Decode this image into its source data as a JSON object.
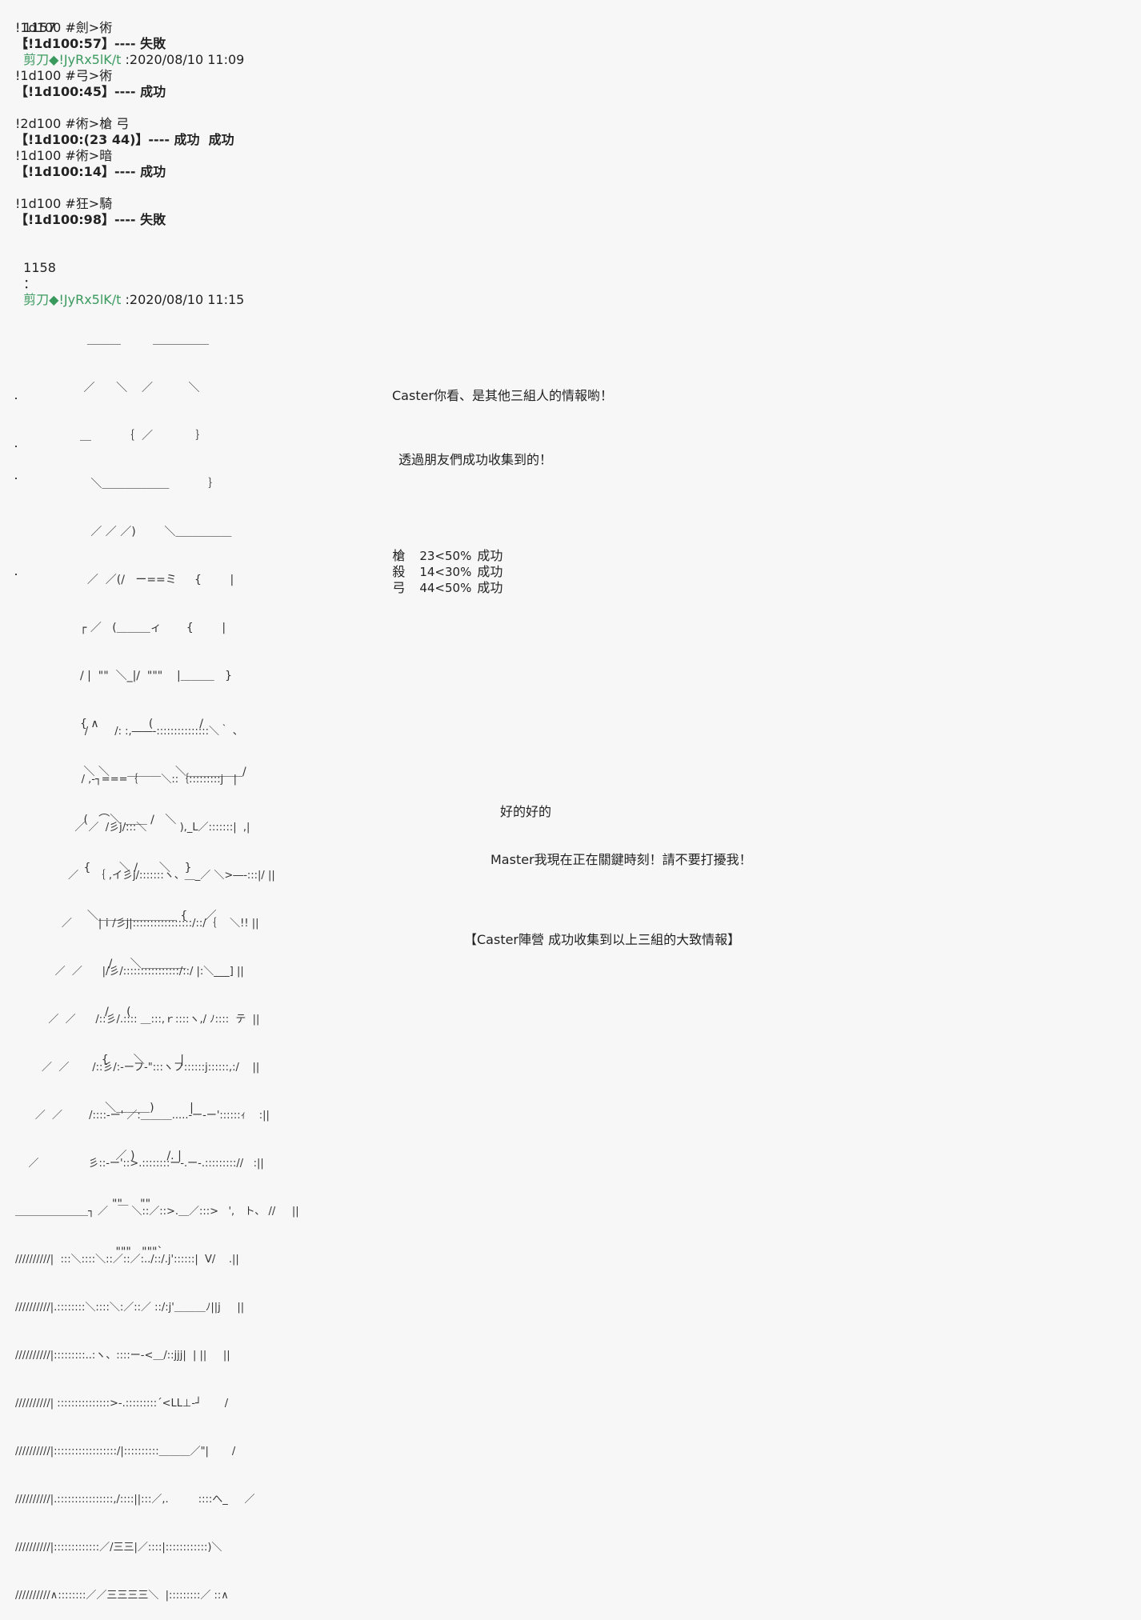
{
  "post1": {
    "number": "1157",
    "sep": "：",
    "name": "剪刀◆!JyRx5lK/t",
    "date": " :2020/08/10 11:09",
    "lines": [
      {
        "text": "!1d100 #劍>術",
        "bold": false
      },
      {
        "text": "【!1d100:57】---- 失敗",
        "bold": true
      },
      {
        "text": "",
        "bold": false
      },
      {
        "text": "!1d100 #弓>術",
        "bold": false
      },
      {
        "text": "【!1d100:45】---- 成功",
        "bold": true
      },
      {
        "text": "",
        "bold": false
      },
      {
        "text": "!2d100 #術>槍 弓",
        "bold": false
      },
      {
        "text": "【!1d100:(23 44)】---- 成功  成功",
        "bold": true
      },
      {
        "text": "!1d100 #術>暗",
        "bold": false
      },
      {
        "text": "【!1d100:14】---- 成功",
        "bold": true
      },
      {
        "text": "",
        "bold": false
      },
      {
        "text": "!1d100 #狂>騎",
        "bold": false
      },
      {
        "text": "【!1d100:98】---- 失敗",
        "bold": true
      }
    ]
  },
  "post2": {
    "number": "1158",
    "sep": "：",
    "name": "剪刀◆!JyRx5lK/t",
    "date": " :2020/08/10 11:15",
    "speech1": "Caster你看、是其他三組人的情報喲！",
    "speech2": "透過朋友們成功收集到的！",
    "stats": [
      {
        "cls": "槍",
        "roll": "23<50%",
        "result": "成功"
      },
      {
        "cls": "殺",
        "roll": "14<30%",
        "result": "成功"
      },
      {
        "cls": "弓",
        "roll": "44<50%",
        "result": "成功"
      }
    ],
    "speech3": "好的好的",
    "speech4": "Master我現在正在關鍵時刻！請不要打擾我！",
    "speech5": "【Caster陣營 成功收集到以上三組的大致情報】"
  },
  "aa_top_lines": [
    "  ＿＿＿         ＿＿＿＿＿",
    " ／      ＼    ／          ＼",
    "＿         ｛  ／            ｝",
    "   ＼＿＿＿＿＿＿           ｝",
    "   ／ ／ ／)        ＼＿＿＿＿＿",
    "  ／  ／(/   ー==ミ     {        |",
    "┌ ／   (＿＿＿ィ       {        |",
    "/ |  \"\"  ＼_|/  \"\"\"    |＿＿＿   }",
    "{ ∧              (             /",
    " ＼ ＼     ＿＿＿    ＼＿＿＿＿＿/",
    " (   ⌒＼ ＿＿ /   ＼",
    " {        ＼ /      ＼    }",
    "  ＼＿＿＿＿＿＿＿ {     ／",
    "        /     ＼＿＿＿＿",
    "       /     (",
    "      {       ＼          |",
    "       ＼＿＿＿)          |",
    "          ／ )         /. |",
    "         \"\"     \"\"",
    "          \"\"\"   \"\"\"`"
  ],
  "aa_bottom_lines": [
    "                     /        /: :,――-:::::::::::::::＼｀ ､",
    "                    / ,-┐===｛       ＼::｛:::::::::j   |",
    "                  ／ ／  /彡j/:::＼          ),_L／:::::::|  ,|",
    "                ／     ｛ ,イ彡j/:::::::ヽ、＿_／ ＼>―-:::|/ ||",
    "              ／        |ｉ/彡j|:::::::::::::::::/::/｛    ＼!! ||",
    "            ／  ／      |/彡/::::::::::::::::/::/ |:＼___] ||",
    "          ／  ／      /::彡/.:::: ＿:::,ｒ::::ヽ,/ ﾉ::::  テ  ||",
    "        ／  ／       /::彡/:-ーフ-\":::ヽフ::::::j::::::,:/    ||",
    "      ／  ／        /::::-ー' ／:＿＿＿.....-ー-ー'::::::ｨ    :||",
    "    ／               彡::-ー'::>.::::::::ー-.ー-.::::::::://   :||",
    "＿＿＿＿＿＿＿┐ ／   ￣ ＼::／::>.＿／:::>   ',   ト、 //     ||",
    "//////////|  :::＼::::＼::／::／:../::/.j'::::::|  V/    .||",
    "//////////|.::::::::＼::::＼:／::／ ::/:j'＿＿＿ﾉ||j     ||",
    "//////////|:::::::::..:ヽ、::::ー-<＿/::jjj|  | ||     ||",
    "//////////| :::::::::::::::>-.:::::::::´<LL⊥-┘       /",
    "//////////|::::::::::::::::::/|::::::::::＿＿＿／\"|       /",
    "//////////|.::::::::::::::::,/::::||:::／,.         ::::へ_     ／",
    "//////////|:::::::::::::／/三三|／::::|::::::::::::)＼",
    "//////////∧::::::::／／三三三三＼  |:::::::::／ ::∧"
  ]
}
